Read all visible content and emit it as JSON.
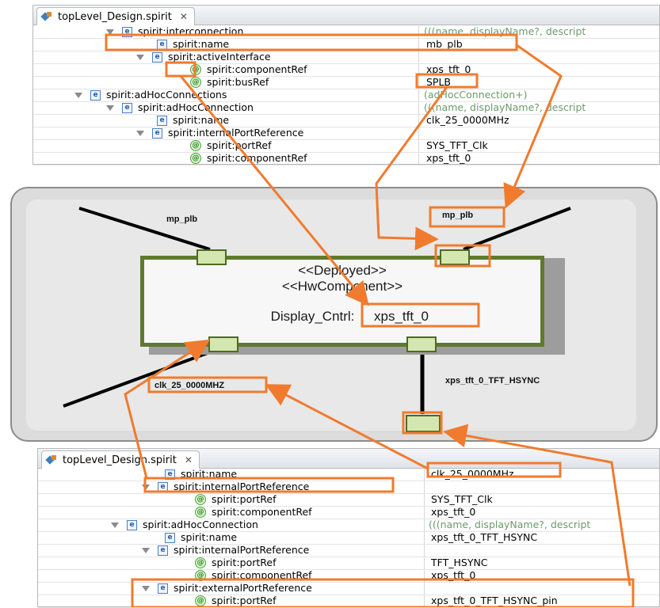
{
  "top_editor": {
    "tab_title": "topLevel_Design.spirit",
    "rows": [
      {
        "icon": "element",
        "name": "spirit:interconnection",
        "value": "(((name, displayName?, descript",
        "value_style": "grey"
      },
      {
        "icon": "element",
        "name": "spirit:name",
        "value": "mb_plb"
      },
      {
        "icon": "element",
        "name": "spirit:activeInterface",
        "value": ""
      },
      {
        "icon": "attribute",
        "name": "spirit:componentRef",
        "value": "xps_tft_0"
      },
      {
        "icon": "attribute",
        "name": "spirit:busRef",
        "value": "SPLB"
      },
      {
        "icon": "element",
        "name": "spirit:adHocConnections",
        "value": "(adHocConnection+)",
        "value_style": "grey"
      },
      {
        "icon": "element",
        "name": "spirit:adHocConnection",
        "value": "(((name, displayName?, descript",
        "value_style": "grey"
      },
      {
        "icon": "element",
        "name": "spirit:name",
        "value": "clk_25_0000MHz"
      },
      {
        "icon": "element",
        "name": "spirit:internalPortReference",
        "value": ""
      },
      {
        "icon": "attribute",
        "name": "spirit:portRef",
        "value": "SYS_TFT_Clk"
      },
      {
        "icon": "attribute",
        "name": "spirit:componentRef",
        "value": "xps_tft_0"
      }
    ]
  },
  "diagram": {
    "stereotype_1": "<<Deployed>>",
    "stereotype_2": "<<HwComponent>>",
    "component_label": "Display_Cntrl:",
    "component_instance": "xps_tft_0",
    "label_left_bus": "mp_plb",
    "label_right_bus": "mp_plb",
    "label_clock": "clk_25_0000MHZ",
    "label_hsync": "xps_tft_0_TFT_HSYNC"
  },
  "bottom_editor": {
    "tab_title": "topLevel_Design.spirit",
    "rows": [
      {
        "icon": "element",
        "name": "spirit:name",
        "value": "clk_25_0000MHz"
      },
      {
        "icon": "element",
        "name": "spirit:internalPortReference",
        "value": ""
      },
      {
        "icon": "attribute",
        "name": "spirit:portRef",
        "value": "SYS_TFT_Clk"
      },
      {
        "icon": "attribute",
        "name": "spirit:componentRef",
        "value": "xps_tft_0"
      },
      {
        "icon": "element",
        "name": "spirit:adHocConnection",
        "value": "(((name, displayName?, descript",
        "value_style": "grey"
      },
      {
        "icon": "element",
        "name": "spirit:name",
        "value": "xps_tft_0_TFT_HSYNC"
      },
      {
        "icon": "element",
        "name": "spirit:internalPortReference",
        "value": ""
      },
      {
        "icon": "attribute",
        "name": "spirit:portRef",
        "value": "TFT_HSYNC"
      },
      {
        "icon": "attribute",
        "name": "spirit:componentRef",
        "value": "xps_tft_0"
      },
      {
        "icon": "element",
        "name": "spirit:externalPortReference",
        "value": ""
      },
      {
        "icon": "attribute",
        "name": "spirit:portRef",
        "value": "xps_tft_0_TFT_HSYNC_pin"
      }
    ]
  },
  "colors": {
    "highlight": "#f07b2e",
    "component_border": "#5f7a2c",
    "port_fill": "#d5e7b0"
  }
}
